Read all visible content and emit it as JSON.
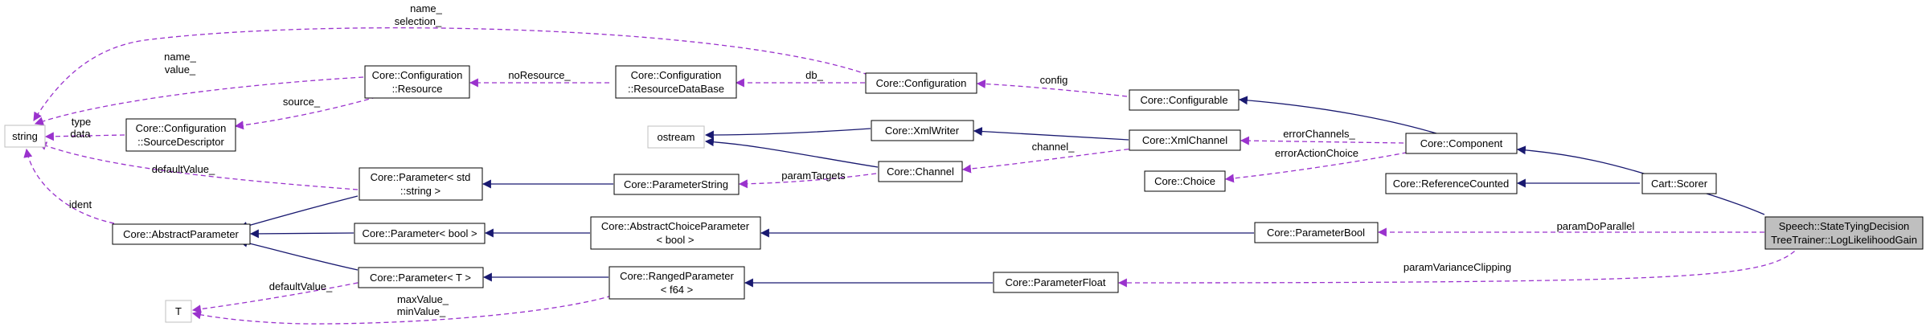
{
  "nodes": {
    "string": [
      "string"
    ],
    "ostream": [
      "ostream"
    ],
    "t": [
      "T"
    ],
    "config_resource": [
      "Core::Configuration",
      "::Resource"
    ],
    "config_resourcedb": [
      "Core::Configuration",
      "::ResourceDataBase"
    ],
    "configuration": [
      "Core::Configuration"
    ],
    "configurable": [
      "Core::Configurable"
    ],
    "source_descriptor": [
      "Core::Configuration",
      "::SourceDescriptor"
    ],
    "xml_writer": [
      "Core::XmlWriter"
    ],
    "xml_channel": [
      "Core::XmlChannel"
    ],
    "channel": [
      "Core::Channel"
    ],
    "component": [
      "Core::Component"
    ],
    "choice": [
      "Core::Choice"
    ],
    "reference_counted": [
      "Core::ReferenceCounted"
    ],
    "scorer": [
      "Cart::Scorer"
    ],
    "param_std_string": [
      "Core::Parameter< std",
      "::string >"
    ],
    "parameter_string": [
      "Core::ParameterString"
    ],
    "abstract_parameter": [
      "Core::AbstractParameter"
    ],
    "param_bool": [
      "Core::Parameter< bool >"
    ],
    "abstract_choice_param": [
      "Core::AbstractChoiceParameter",
      "< bool >"
    ],
    "parameter_bool": [
      "Core::ParameterBool"
    ],
    "param_t": [
      "Core::Parameter< T >"
    ],
    "ranged_param": [
      "Core::RangedParameter",
      "< f64 >"
    ],
    "parameter_float": [
      "Core::ParameterFloat"
    ],
    "main": [
      "Speech::StateTyingDecision",
      "TreeTrainer::LogLikelihoodGain"
    ]
  },
  "edge_labels": {
    "name_selection": [
      "name_",
      "selection_"
    ],
    "name_value": [
      "name_",
      "value_"
    ],
    "no_resource": [
      "noResource_"
    ],
    "db": [
      "db_"
    ],
    "config": [
      "config"
    ],
    "source": [
      "source_"
    ],
    "type_data": [
      "type",
      "data"
    ],
    "error_channels": [
      "errorChannels_"
    ],
    "error_action_choice": [
      "errorActionChoice"
    ],
    "channel": [
      "channel_"
    ],
    "param_targets": [
      "paramTargets"
    ],
    "default_value_top": [
      "defaultValue_"
    ],
    "ident": [
      "ident"
    ],
    "param_do_parallel": [
      "paramDoParallel"
    ],
    "param_variance_clipping": [
      "paramVarianceClipping"
    ],
    "default_value_bottom": [
      "defaultValue_"
    ],
    "max_min_value": [
      "maxValue_",
      "minValue_"
    ]
  },
  "colors": {
    "inheritance_edge": "#191970",
    "usage_edge": "#9a32cd",
    "node_border": "#000000",
    "external_node_border": "#bfbfbf",
    "highlight_fill": "#bfbfbf"
  }
}
